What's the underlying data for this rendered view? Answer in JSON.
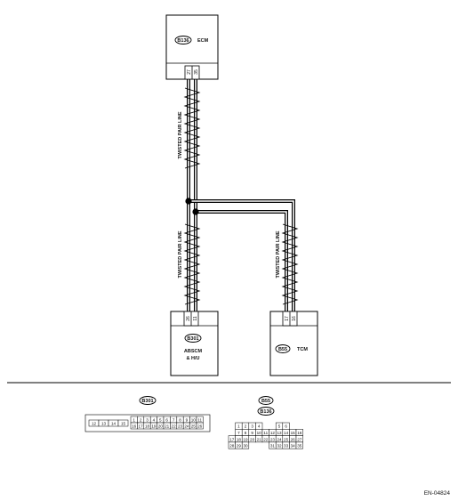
{
  "ecm": {
    "connector": "B136",
    "name": "ECM",
    "pins": [
      "27",
      "35"
    ]
  },
  "absc": {
    "connector": "B301",
    "name_line1": "ABSCM",
    "name_line2": "& H/U",
    "pins": [
      "26",
      "11"
    ]
  },
  "tcm": {
    "connector": "B55",
    "name": "TCM",
    "pins": [
      "17",
      "16"
    ]
  },
  "wire_label": "TWISTED PAIR LINE",
  "legend": {
    "b301_label": "B301",
    "b301_rows": [
      [
        "12",
        "13",
        "14",
        "15"
      ],
      [
        "1",
        "2",
        "3",
        "4",
        "5",
        "6",
        "7",
        "8",
        "9",
        "10",
        "11"
      ],
      [
        "16",
        "17",
        "18",
        "19",
        "20",
        "21",
        "22",
        "23",
        "24",
        "25",
        "26"
      ]
    ],
    "b55_label": "B55",
    "b136_label": "B136",
    "b55_rows": [
      [
        "1",
        "2",
        "3",
        "4",
        "5",
        "6"
      ],
      [
        "7",
        "8",
        "9",
        "10",
        "11",
        "12",
        "13",
        "14",
        "15",
        "16"
      ],
      [
        "17",
        "18",
        "19",
        "20",
        "21",
        "22",
        "23",
        "24",
        "25",
        "26",
        "27"
      ],
      [
        "28",
        "29",
        "30",
        "31",
        "32",
        "33",
        "34",
        "35"
      ]
    ]
  },
  "doc_code": "EN-04824"
}
